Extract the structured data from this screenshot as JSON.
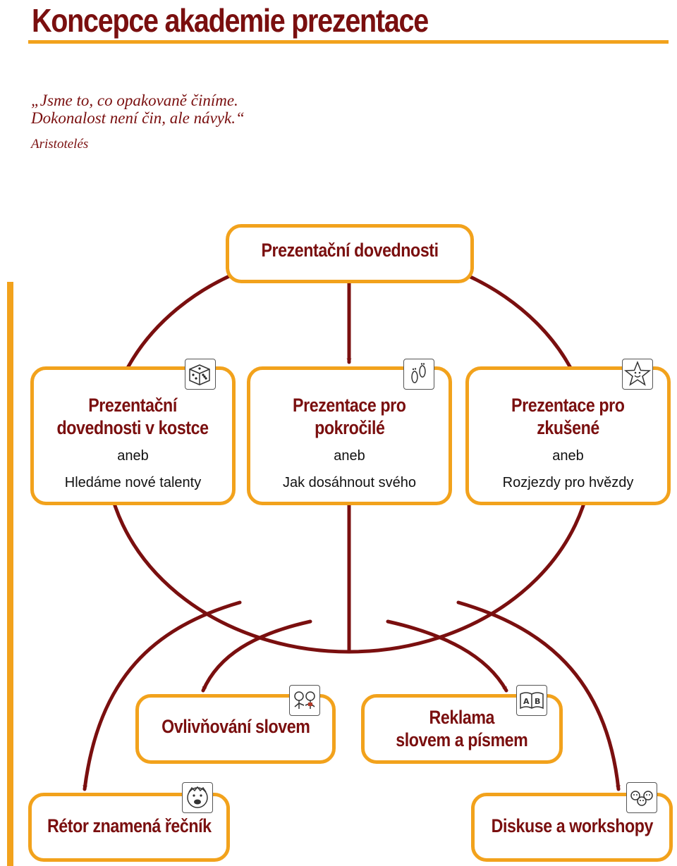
{
  "page": {
    "title": "Koncepce akademie prezentace",
    "quote_line1": "„Jsme to, co opakovaně činíme.",
    "quote_line2": "Dokonalost není čin, ale návyk.“",
    "quote_author": "Aristotelés"
  },
  "diagram": {
    "top": "Prezentační dovednosti",
    "level1": [
      {
        "title1": "Prezentační",
        "title2": "dovednosti v kostce",
        "aneb": "aneb",
        "sub": "Hledáme nové talenty",
        "icon": "dice-icon"
      },
      {
        "title1": "Prezentace pro",
        "title2": "pokročilé",
        "aneb": "aneb",
        "sub": "Jak dosáhnout svého",
        "icon": "footprints-icon"
      },
      {
        "title1": "Prezentace pro",
        "title2": "zkušené",
        "aneb": "aneb",
        "sub": "Rozjezdy pro hvězdy",
        "icon": "star-icon"
      }
    ],
    "level2": [
      {
        "title": "Ovlivňování slovem",
        "icon": "two-people-icon"
      },
      {
        "title1": "Reklama",
        "title2": "slovem a písmem",
        "icon": "book-ab-icon"
      }
    ],
    "level3": [
      {
        "title": "Rétor znamená řečník",
        "icon": "shouting-face-icon"
      },
      {
        "title": "Diskuse a workshopy",
        "icon": "group-faces-icon"
      }
    ]
  },
  "colors": {
    "accent": "#f2a21c",
    "dark_red": "#7a0f0f"
  }
}
